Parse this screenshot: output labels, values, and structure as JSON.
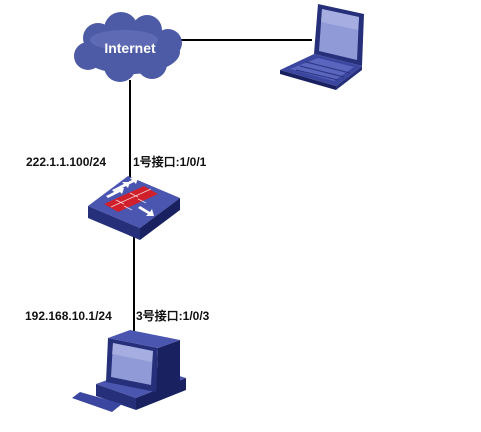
{
  "cloud": {
    "label": "Internet"
  },
  "firewall": {
    "wan_ip": "222.1.1.100/24",
    "wan_port": "1号接口:1/0/1",
    "lan_ip": "192.168.10.1/24",
    "lan_port": "3号接口:1/0/3"
  },
  "colors": {
    "link": "#000000",
    "device_top": "#4a56b0",
    "device_side": "#262f7a",
    "device_dark": "#1a2160",
    "screen": "#8f9ad6",
    "firewall_red": "#d0202c",
    "cloud": "#4d5aa6"
  },
  "icons": {
    "cloud": "internet-cloud-icon",
    "laptop": "laptop-icon",
    "firewall": "firewall-icon",
    "desktop": "desktop-pc-icon"
  }
}
